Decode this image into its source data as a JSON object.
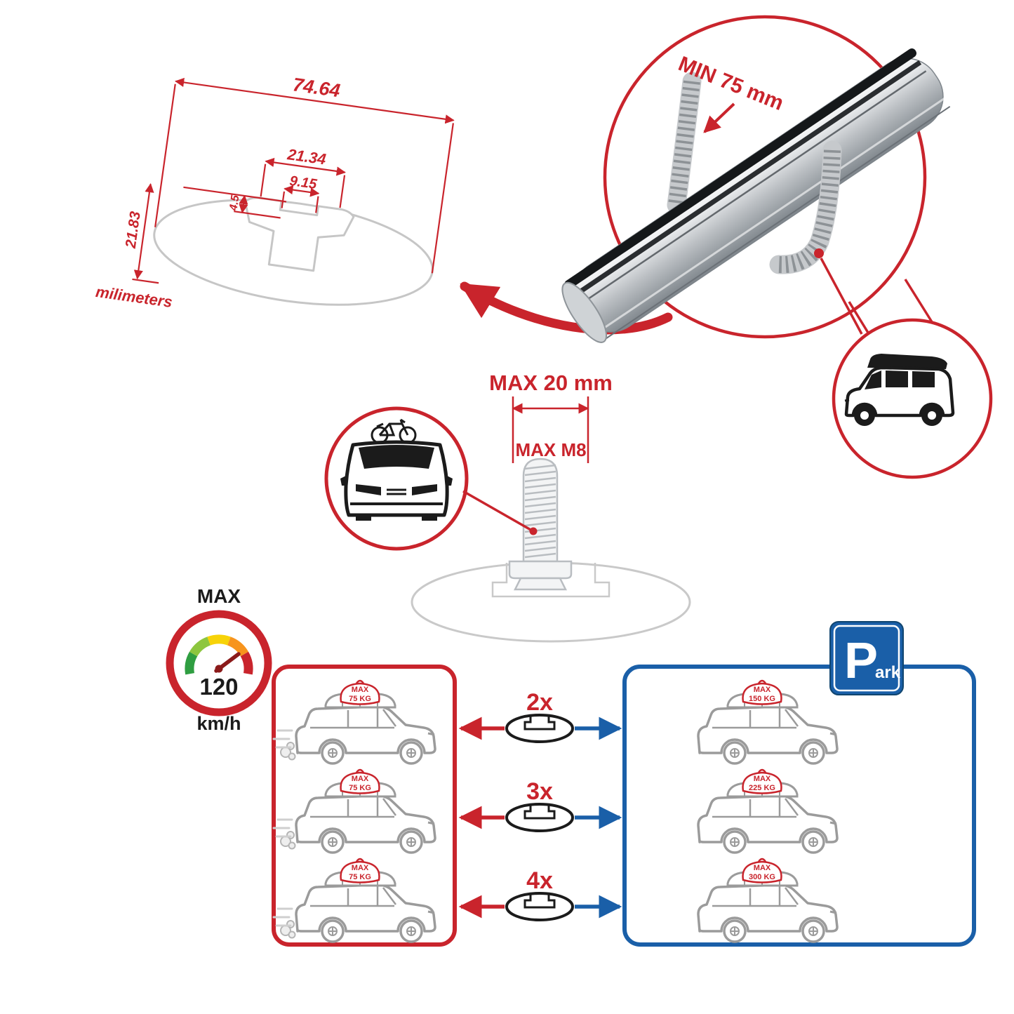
{
  "colors": {
    "red": "#c9242c",
    "blue": "#1a5fa8",
    "drawing_gray": "#c6c6c6",
    "car_gray": "#9b9b9b",
    "black": "#1b1b1b"
  },
  "technical_drawing": {
    "width_mm": "74.64",
    "outer_slot_mm": "21.34",
    "inner_slot_mm": "9.15",
    "slot_depth_mm": "4.5",
    "height_mm": "21.83",
    "unit_label": "milimeters"
  },
  "crossbar": {
    "min_clamp_label": "MIN 75 mm"
  },
  "bolt": {
    "max_length_label": "MAX 20 mm",
    "max_thread_label": "MAX M8"
  },
  "speed_limit": {
    "label": "MAX",
    "value": "120",
    "unit": "km/h"
  },
  "parking_sign": {
    "letter": "P",
    "suffix": "ark"
  },
  "load_capacity": {
    "driving": [
      {
        "max_label": "MAX",
        "weight": "75 KG"
      },
      {
        "max_label": "MAX",
        "weight": "75 KG"
      },
      {
        "max_label": "MAX",
        "weight": "75 KG"
      }
    ],
    "parked": [
      {
        "max_label": "MAX",
        "weight": "150 KG"
      },
      {
        "max_label": "MAX",
        "weight": "225 KG"
      },
      {
        "max_label": "MAX",
        "weight": "300 KG"
      }
    ],
    "bar_counts": [
      "2x",
      "3x",
      "4x"
    ]
  }
}
